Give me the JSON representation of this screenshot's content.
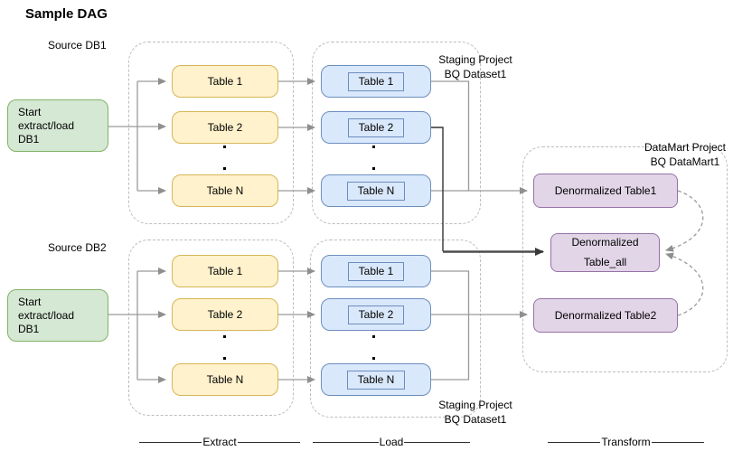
{
  "title": "Sample DAG",
  "pipelines": [
    {
      "source_label": "Source DB1",
      "start": {
        "line1": "Start extract/load",
        "line2": "DB1"
      },
      "extract_tables": [
        "Table 1",
        "Table 2",
        "Table N"
      ],
      "load_tables": [
        "Table 1",
        "Table 2",
        "Table N"
      ],
      "staging": {
        "line1": "Staging Project",
        "line2": "BQ Dataset1"
      }
    },
    {
      "source_label": "Source DB2",
      "start": {
        "line1": "Start extract/load",
        "line2": "DB1"
      },
      "extract_tables": [
        "Table 1",
        "Table 2",
        "Table N"
      ],
      "load_tables": [
        "Table 1",
        "Table 2",
        "Table N"
      ],
      "staging": {
        "line1": "Staging Project",
        "line2": "BQ Dataset1"
      }
    }
  ],
  "datamart": {
    "label": {
      "line1": "DataMart Project",
      "line2": "BQ DataMart1"
    },
    "table1": "Denormalized Table1",
    "table_all": {
      "line1": "Denormalized",
      "line2": "Table_all"
    },
    "table2": "Denormalized Table2"
  },
  "stages": {
    "extract": "Extract",
    "load": "Load",
    "transform": "Transform"
  },
  "colors": {
    "green_fill": "#d5e8d4",
    "green_border": "#82b366",
    "yellow_fill": "#fff2cc",
    "yellow_border": "#d6b656",
    "blue_fill": "#dae8fc",
    "blue_border": "#6c8ebf",
    "purple_fill": "#e1d5e7",
    "purple_border": "#9673a6",
    "connector_gray": "#9a9a9a",
    "connector_dark": "#4d4d4d",
    "container_border": "#bdbdbd"
  }
}
